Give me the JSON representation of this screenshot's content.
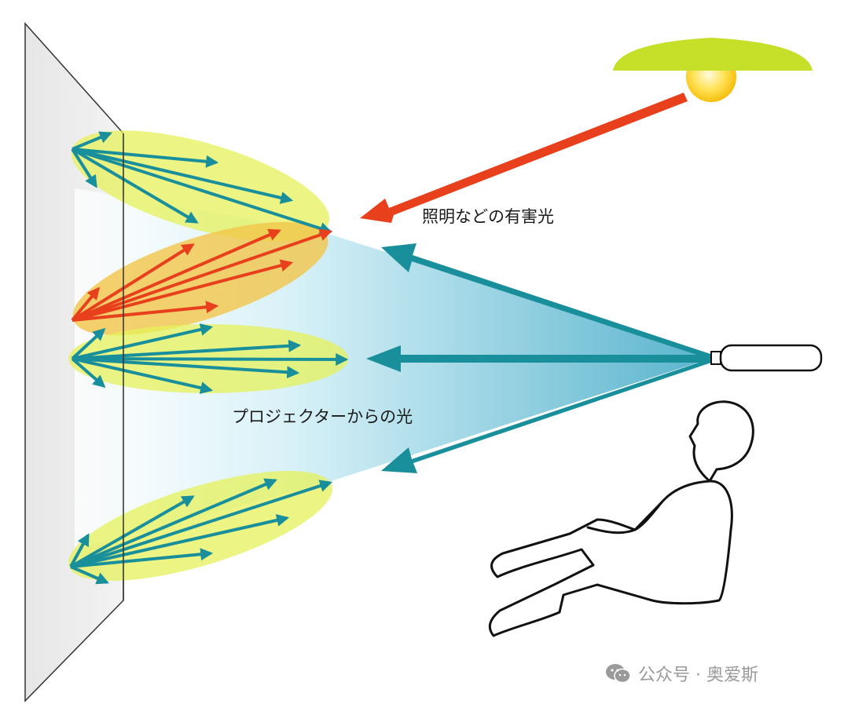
{
  "labels": {
    "harmful_light": "照明などの有害光",
    "projector_light": "プロジェクターからの光"
  },
  "watermark": {
    "text": "公众号 · 奥爱斯",
    "icon": "wechat-icon"
  },
  "colors": {
    "teal": "#1a8f9c",
    "red_orange": "#e8401c",
    "yellow_glow": "#e6f25a",
    "lamp_shade": "#c6e02a",
    "lamp_bulb": "#ffd21e",
    "beam": "#5ab9d2",
    "screen": "#eeeeee"
  }
}
